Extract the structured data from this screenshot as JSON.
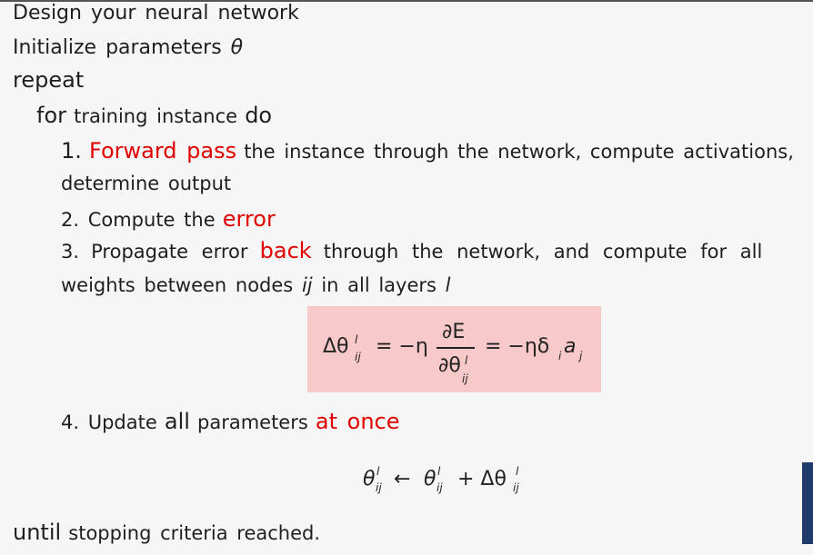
{
  "steps": {
    "design": "Design your neural network",
    "init_prefix": "Initialize parameters",
    "init_symbol": "θ",
    "repeat": "repeat",
    "for_kw": "for",
    "for_text": "training instance",
    "do_kw": "do",
    "s1_num": "1.",
    "s1_red": "Forward pass",
    "s1_text": "the instance through the network, compute activations,",
    "s1_cont": "determine output",
    "s2_text": "2. Compute the",
    "s2_red": "error",
    "s3_num": "3.",
    "s3_pre": "Propagate error",
    "s3_red": "back",
    "s3_post": "through the network, and compute for all",
    "s3_cont_pre": "weights between nodes",
    "s3_ij": "ij",
    "s3_mid": "in all layers",
    "s3_l": "l",
    "s4_pre": "4. Update",
    "s4_all": "all",
    "s4_mid": "parameters",
    "s4_red": "at once",
    "until_kw": "until",
    "until_text": "stopping criteria reached."
  },
  "formula1": {
    "lhs": "Δθ",
    "eq1": "= −η",
    "num": "∂E",
    "den": "∂θ",
    "eq2": "= −ηδ",
    "a": "a",
    "sub_ij": "ij",
    "sup_l": "l",
    "sub_i": "i",
    "sub_j": "j"
  },
  "formula2": {
    "lhs": "θ",
    "arrow": "←",
    "mid": "θ",
    "plus": "+ Δθ",
    "sub_ij": "ij",
    "sup_l": "l"
  },
  "colors": {
    "accent_red": "#e00000",
    "highlight": "#f7c9c9",
    "corner": "#1f3a6b"
  }
}
